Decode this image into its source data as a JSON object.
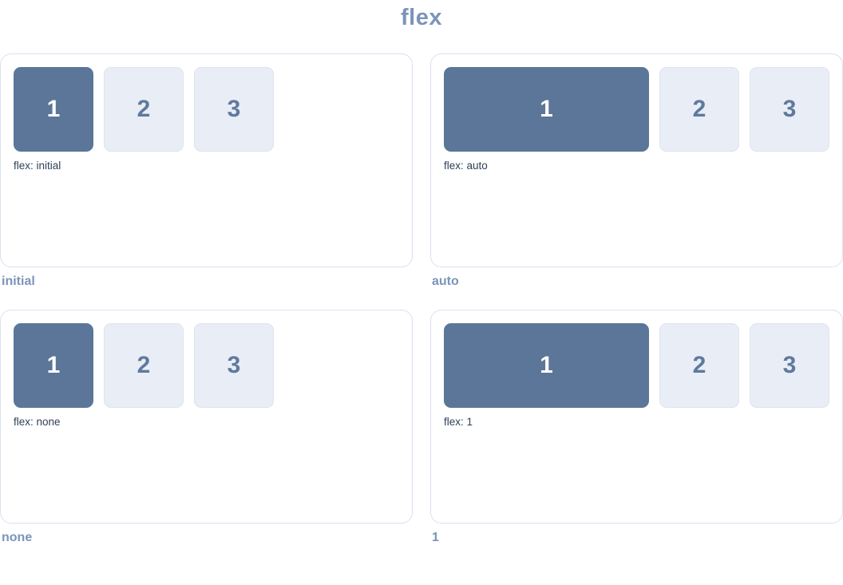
{
  "page": {
    "title": "flex"
  },
  "panels": [
    {
      "id": "initial",
      "caption": "flex: initial",
      "label": "initial",
      "items": [
        "1",
        "2",
        "3"
      ]
    },
    {
      "id": "auto",
      "caption": "flex: auto",
      "label": "auto",
      "items": [
        "1",
        "2",
        "3"
      ]
    },
    {
      "id": "none",
      "caption": "flex: none",
      "label": "none",
      "items": [
        "1",
        "2",
        "3"
      ]
    },
    {
      "id": "one",
      "caption": "flex: 1",
      "label": "1",
      "items": [
        "1",
        "2",
        "3"
      ]
    }
  ],
  "colors": {
    "accent": "#5b7698",
    "item_light_bg": "#e9edf5",
    "item_light_border": "#dde3ef",
    "item_light_text": "#5e7a9e",
    "panel_border": "#d9e1ef",
    "panel_bg": "#ffffff",
    "label_color": "#7b94ba",
    "caption_color": "#2f4059",
    "title_color": "#7b94ba",
    "page_bg": "#ffffff"
  }
}
